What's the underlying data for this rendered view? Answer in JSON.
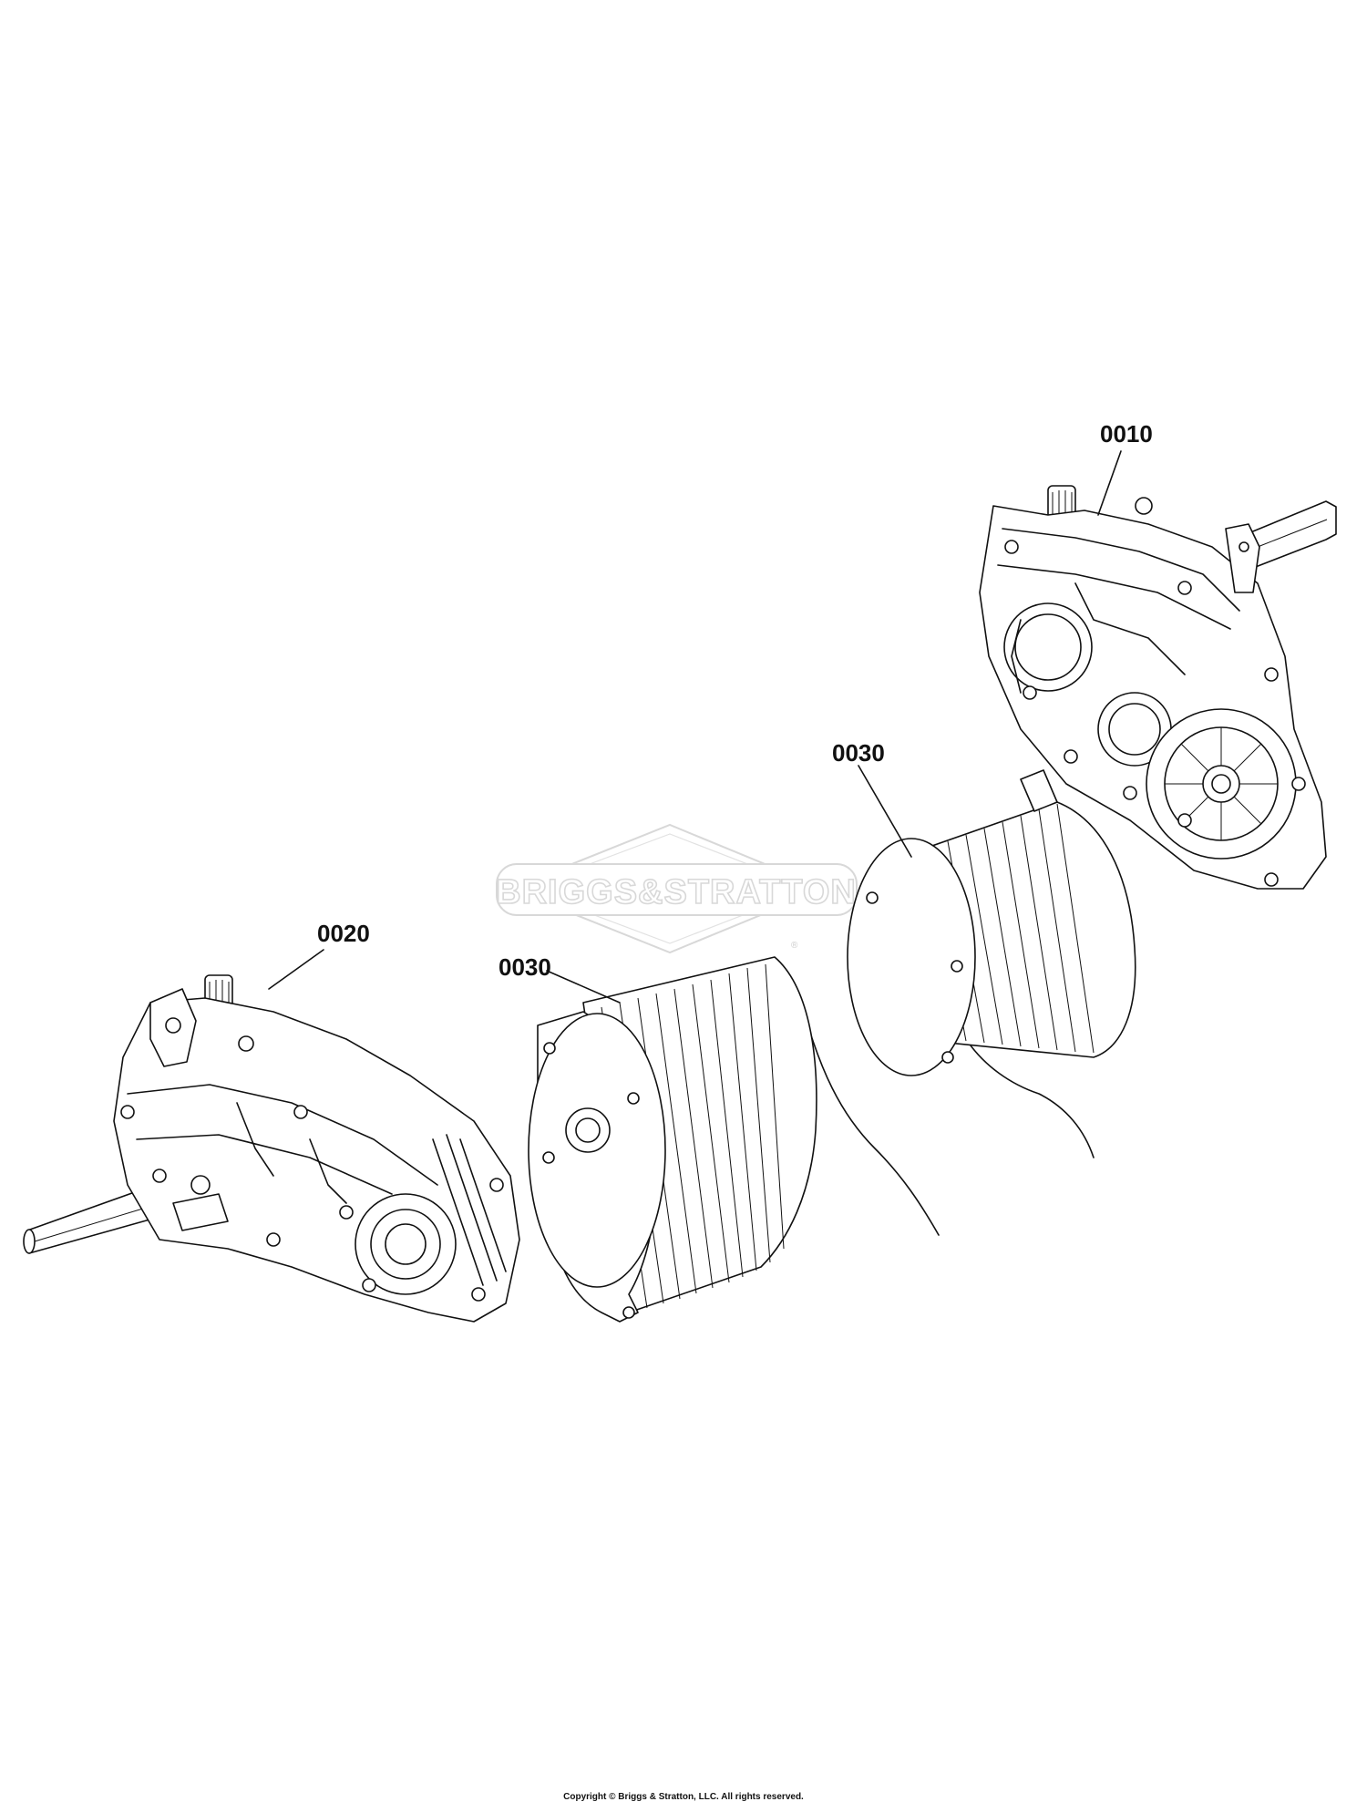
{
  "watermark": {
    "text": "BRIGGS&STRATTON",
    "registered_mark": "®"
  },
  "callouts": [
    {
      "id": "0010",
      "label": "0010"
    },
    {
      "id": "0020",
      "label": "0020"
    },
    {
      "id": "0030-left",
      "label": "0030"
    },
    {
      "id": "0030-right",
      "label": "0030"
    }
  ],
  "footer": {
    "copyright": "Copyright © Briggs & Stratton, LLC. All rights reserved."
  }
}
